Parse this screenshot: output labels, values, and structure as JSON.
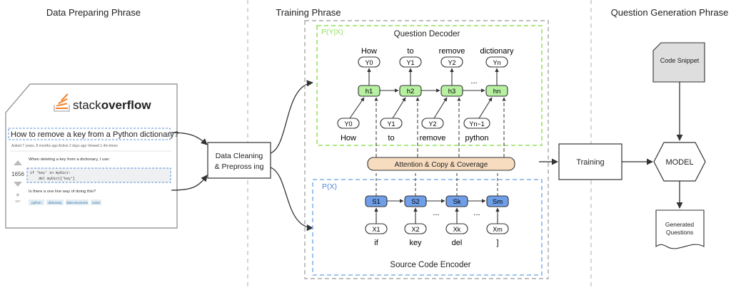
{
  "phases": {
    "data_prep": "Data Preparing Phrase",
    "training": "Training Phrase",
    "question_gen": "Question Generation Phrase"
  },
  "so_card": {
    "logo_prefix": "stack",
    "logo_suffix": "overflow",
    "question_title": "How to remove a key from a Python dictionary?",
    "meta": "Asked 7 years, 8 months ago   Active 2 days ago   Viewed 1.4m times",
    "body_text": "When deleting a key from a dictionary, I use:",
    "vote_count": "1656",
    "fav_count": "307",
    "code_line1": "if 'key' in myDict:",
    "code_line2": "    del myDict['key']",
    "followup": "Is there a one line way of doing this?",
    "tags": [
      "python",
      "dictionary",
      "data-structures",
      "unset"
    ]
  },
  "cleaning": {
    "line1": "Data Cleaning",
    "line2": "& Prepross ing"
  },
  "decoder": {
    "label": "P(Y|X)",
    "title": "Question Decoder",
    "out_words": [
      "How",
      "to",
      "remove",
      "dictionary"
    ],
    "out_tokens": [
      "Y0",
      "Y1",
      "Y2",
      "Yn"
    ],
    "hidden": [
      "h1",
      "h2",
      "h3",
      "hn"
    ],
    "in_tokens": [
      "Y0",
      "Y1",
      "Y2",
      "Yn−1"
    ],
    "in_words": [
      "How",
      "to",
      "remove",
      "python"
    ],
    "ellipsis": "..."
  },
  "attention": "Attention & Copy & Coverage",
  "encoder": {
    "label": "P(X)",
    "title": "Source Code Encoder",
    "states": [
      "S1",
      "S2",
      "Sk",
      "Sm"
    ],
    "in_tokens": [
      "X1",
      "X2",
      "Xk",
      "Xm"
    ],
    "in_words": [
      "if",
      "key",
      "del",
      "]"
    ],
    "ellipsis": "..."
  },
  "training_box": "Training",
  "question_gen": {
    "code_snippet": "Code Snippet",
    "model": "MODEL",
    "generated_line1": "Generated",
    "generated_line2": "Questions"
  },
  "colors": {
    "green_fill": "#b6f0a0",
    "green_dash": "#8fe05a",
    "blue_fill": "#6f9fe8",
    "blue_dash": "#7fb0e8",
    "attention_fill": "#f7dcc0",
    "phase_divider": "#bbbbbb"
  }
}
